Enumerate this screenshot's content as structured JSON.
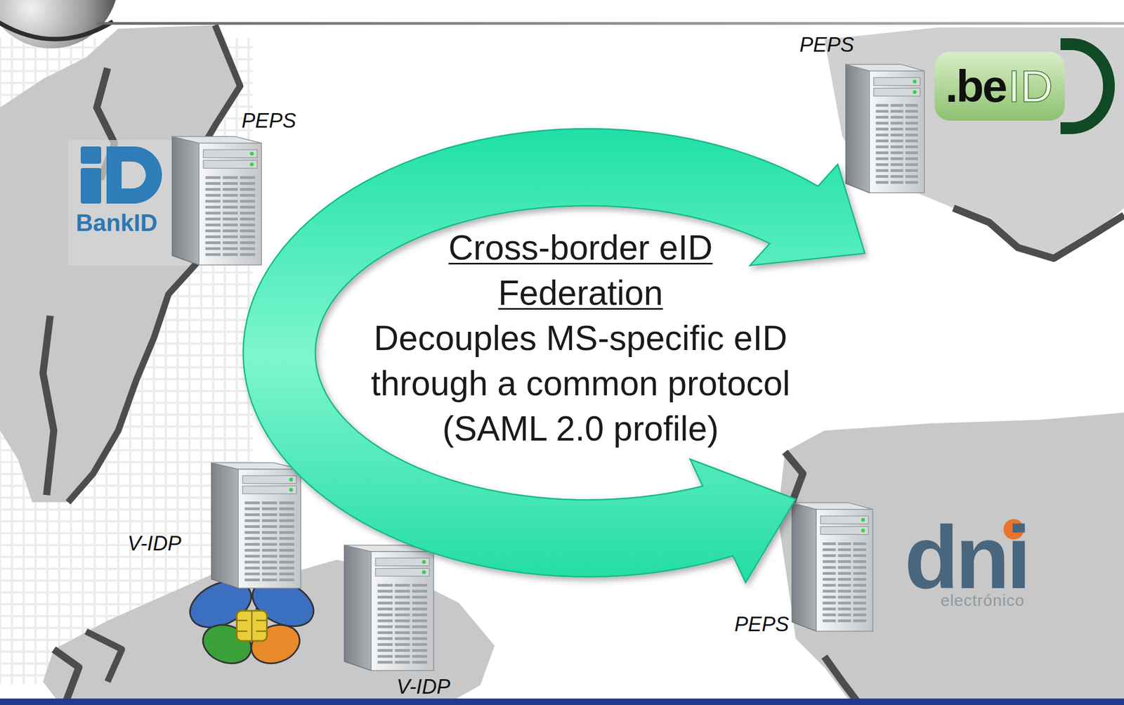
{
  "diagram": {
    "title": "Cross-border eID Federation",
    "labels": [
      "PEPS",
      ".be",
      "ID",
      "PEPS",
      "BankID",
      "Decouples MS-specific eID through a common protocol (SAML 2.0 profile)",
      "V-IDP",
      "dni",
      "electrónico",
      "PEPS",
      "V-IDP"
    ]
  }
}
